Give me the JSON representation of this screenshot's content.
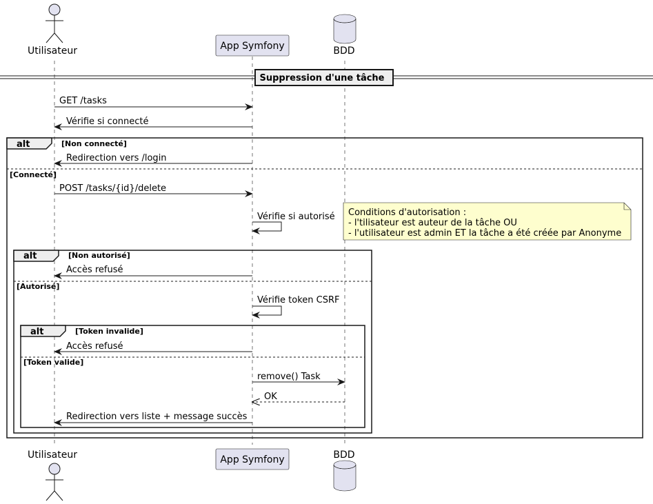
{
  "participants": {
    "user": {
      "label": "Utilisateur",
      "icon": "actor-icon"
    },
    "app": {
      "label": "App Symfony",
      "icon": "participant-box"
    },
    "db": {
      "label": "BDD",
      "icon": "database-icon"
    }
  },
  "divider": {
    "label": "Suppression d'une tâche"
  },
  "messages": {
    "get_tasks": "GET /tasks",
    "check_connected": "Vérifie si connecté",
    "redirect_login": "Redirection vers /login",
    "post_delete": "POST /tasks/{id}/delete",
    "check_authorized": "Vérifie si autorisé",
    "access_denied_1": "Accès refusé",
    "check_csrf": "Vérifie token CSRF",
    "access_denied_2": "Accès refusé",
    "remove_task": "remove() Task",
    "ok": "OK",
    "redirect_list": "Redirection vers liste + message succès"
  },
  "frames": {
    "outer": {
      "tag": "alt",
      "guard_1": "[Non connecté]",
      "guard_2": "[Connecté]"
    },
    "auth": {
      "tag": "alt",
      "guard_1": "[Non autorisé]",
      "guard_2": "[Autorisé]"
    },
    "token": {
      "tag": "alt",
      "guard_1": "[Token invalide]",
      "guard_2": "[Token valide]"
    }
  },
  "note": {
    "lines": [
      "Conditions d'autorisation :",
      "- l'tilisateur est auteur de la tâche OU",
      "- l'utilisateur est admin ET la tâche a été créée par Anonyme"
    ]
  },
  "colors": {
    "participant_fill": "#e2e2f0",
    "participant_stroke": "#181818",
    "note_fill": "#fefece",
    "note_stroke": "#181818",
    "frame_tag_fill": "#eeeeee",
    "line": "#181818"
  }
}
